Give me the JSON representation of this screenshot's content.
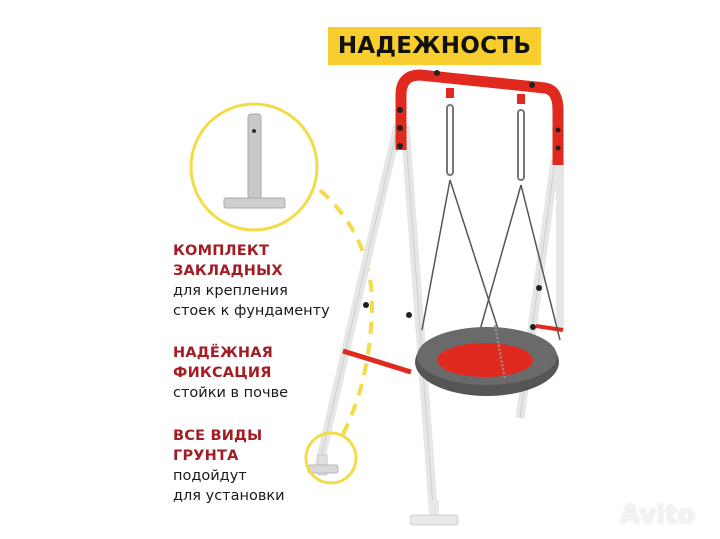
{
  "title": "НАДЕЖНОСТЬ",
  "features": [
    {
      "heading_line1": "КОМПЛЕКТ",
      "heading_line2": "ЗАКЛАДНЫХ",
      "text_line1": "для крепления",
      "text_line2": "стоек к фундаменту"
    },
    {
      "heading_line1": "НАДЁЖНАЯ",
      "heading_line2": "ФИКСАЦИЯ",
      "text_line1": "стойки в почве",
      "text_line2": ""
    },
    {
      "heading_line1": "ВСЕ ВИДЫ",
      "heading_line2": "ГРУНТА",
      "text_line1": "подойдут",
      "text_line2": "для установки"
    }
  ],
  "watermark": "Avito",
  "colors": {
    "banner": "#f7ce2e",
    "heading": "#a31d24",
    "frame_red": "#e02a1f",
    "seat_grey": "#5a5a5a",
    "callout_yellow": "#f2dc4a"
  }
}
